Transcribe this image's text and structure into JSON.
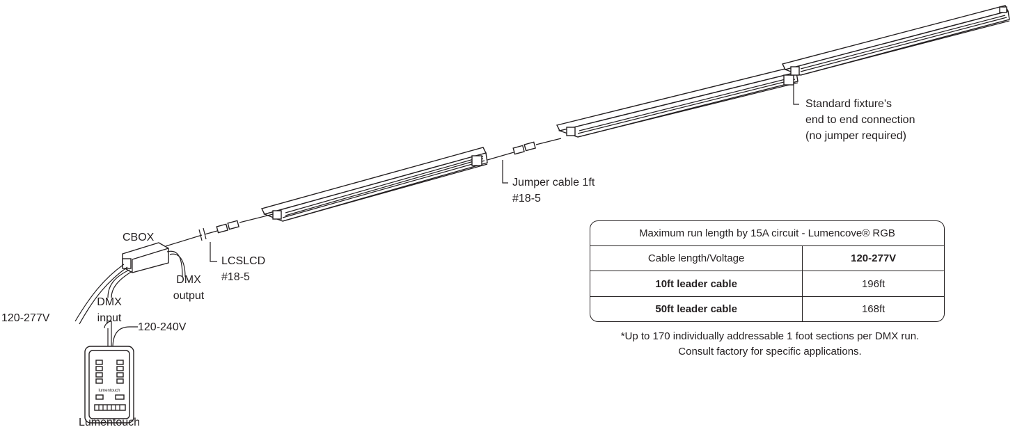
{
  "labels": {
    "standard_fixture": [
      "Standard fixture's",
      "end to end connection",
      "(no jumper required)"
    ],
    "jumper_cable": [
      "Jumper cable 1ft",
      "#18-5"
    ],
    "cbox": "CBOX",
    "lcslcd": [
      "LCSLCD",
      "#18-5"
    ],
    "dmx_output": [
      "DMX",
      "output"
    ],
    "dmx_input": [
      "DMX",
      "input"
    ],
    "voltage_main": "120-277V",
    "voltage_controller": "120-240V",
    "controller_brand": "Lumentouch",
    "controller_face_text": "lumentouch"
  },
  "table": {
    "title": "Maximum run length by 15A circuit - Lumencove® RGB",
    "header": [
      "Cable length/Voltage",
      "120-277V"
    ],
    "rows": [
      [
        "10ft leader cable",
        "196ft"
      ],
      [
        "50ft leader cable",
        "168ft"
      ]
    ]
  },
  "footnote": [
    "*Up to 170 individually addressable 1 foot sections per DMX run.",
    "Consult factory for specific applications."
  ]
}
